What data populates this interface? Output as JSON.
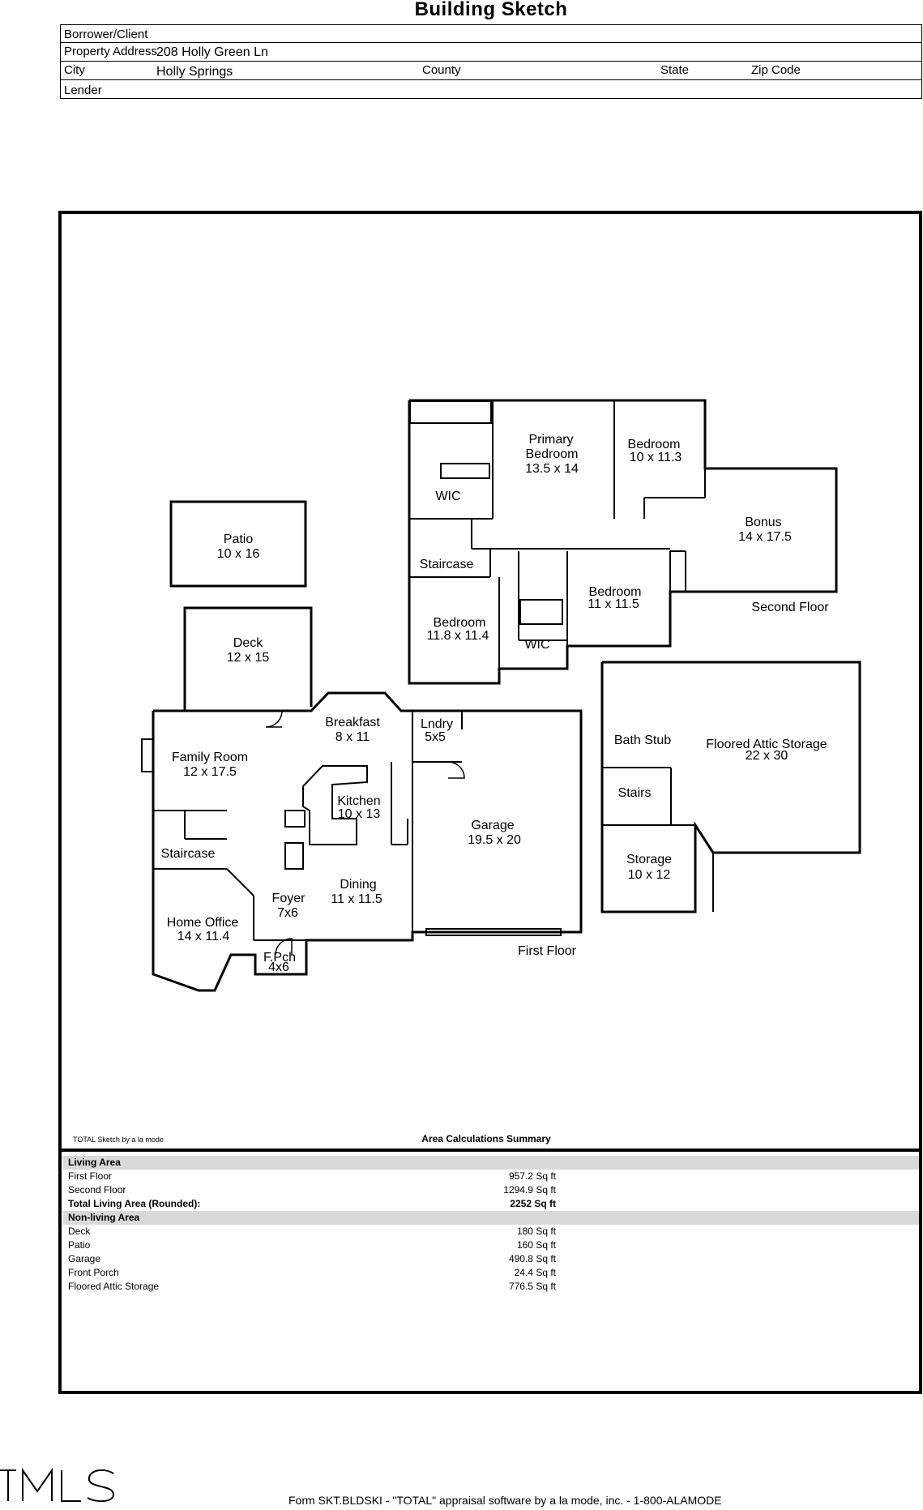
{
  "title": "Building Sketch",
  "header": {
    "borrower_label": "Borrower/Client",
    "borrower_value": "",
    "address_label": "Property Address",
    "address_value": "208 Holly Green Ln",
    "city_label": "City",
    "city_value": "Holly Springs",
    "county_label": "County",
    "state_label": "State",
    "zip_label": "Zip Code",
    "lender_label": "Lender"
  },
  "rooms": {
    "patio": [
      "Patio",
      "10 x 16"
    ],
    "deck": [
      "Deck",
      "12 x 15"
    ],
    "breakfast": [
      "Breakfast",
      "8 x 11"
    ],
    "laundry": [
      "Lndry",
      "5x5"
    ],
    "family": [
      "Family Room",
      "12 x 17.5"
    ],
    "kitchen": [
      "Kitchen",
      "10 x 13"
    ],
    "garage": [
      "Garage",
      "19.5 x 20"
    ],
    "staircase1": "Staircase",
    "dining": [
      "Dining",
      "11 x 11.5"
    ],
    "foyer": [
      "Foyer",
      "7x6"
    ],
    "office": [
      "Home Office",
      "14 x 11.4"
    ],
    "fporch": [
      "F.Pch",
      "4x6"
    ],
    "first_floor": "First Floor",
    "primary": [
      "Primary",
      "Bedroom",
      "13.5 x 14"
    ],
    "bed2": [
      "Bedroom",
      "10 x 11.3"
    ],
    "wic1": "WIC",
    "bonus": [
      "Bonus",
      "14 x 17.5"
    ],
    "staircase2": "Staircase",
    "bed3": [
      "Bedroom",
      "11 x 11.5"
    ],
    "bed4": [
      "Bedroom",
      "11.8 x 11.4"
    ],
    "wic2": "WIC",
    "second_floor": "Second Floor",
    "bath_stub": "Bath Stub",
    "attic": [
      "Floored Attic Storage",
      "22 x 30"
    ],
    "stairs": "Stairs",
    "storage": [
      "Storage",
      "10 x 12"
    ]
  },
  "sketch_credit": "TOTAL Sketch by a la mode",
  "summary": {
    "title": "Area Calculations Summary",
    "living_header": "Living Area",
    "living": [
      {
        "name": "First Floor",
        "value": "957.2 Sq ft"
      },
      {
        "name": "Second Floor",
        "value": "1294.9 Sq ft"
      }
    ],
    "total_label": "Total Living Area (Rounded):",
    "total_value": "2252 Sq ft",
    "nonliving_header": "Non-living Area",
    "nonliving": [
      {
        "name": "Deck",
        "value": "180 Sq ft"
      },
      {
        "name": "Patio",
        "value": "160 Sq ft"
      },
      {
        "name": "Garage",
        "value": "490.8 Sq ft"
      },
      {
        "name": "Front Porch",
        "value": "24.4 Sq ft"
      },
      {
        "name": "Floored Attic Storage",
        "value": "776.5 Sq ft"
      }
    ]
  },
  "footer": "Form SKT.BLDSKI - \"TOTAL\" appraisal software by a la mode, inc. - 1-800-ALAMODE",
  "logo_text": "TMLS"
}
